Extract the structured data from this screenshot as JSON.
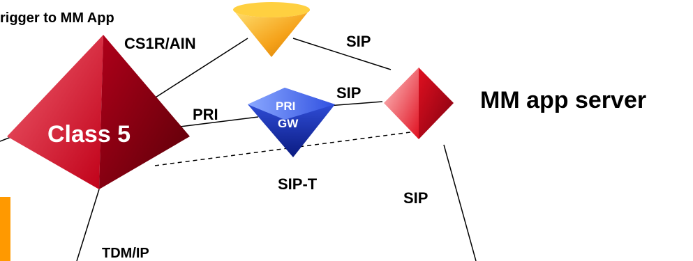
{
  "labels": {
    "trigger": "rigger to MM App",
    "cs1r_ain": "CS1R/AIN",
    "sip_top": "SIP",
    "sip_mid": "SIP",
    "pri": "PRI",
    "mm_app_server": "MM app server",
    "class5": "Class 5",
    "pri_gw_line1": "PRI",
    "pri_gw_line2": "GW",
    "sip_t": "SIP-T",
    "sip_right": "SIP",
    "tdm_ip": "TDM/IP"
  },
  "colors": {
    "class5_red": "#c8102e",
    "mm_server_red": "#e01020",
    "pri_gw_blue": "#2f50e0",
    "cone_orange": "#f5a21a",
    "side_bar_orange": "#ff9900",
    "line": "#000000"
  }
}
